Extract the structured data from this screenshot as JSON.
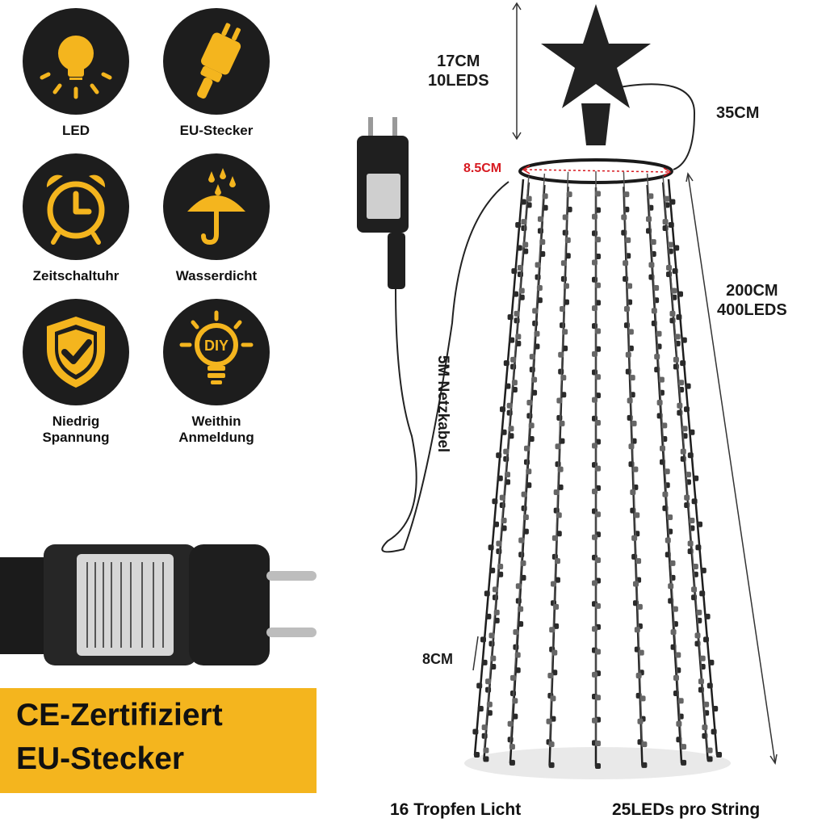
{
  "features": [
    {
      "label": "LED",
      "icon": "light-bulb-icon"
    },
    {
      "label": "EU-Stecker",
      "icon": "eu-plug-icon"
    },
    {
      "label": "Zeitschaltuhr",
      "icon": "alarm-clock-icon"
    },
    {
      "label": "Wasserdicht",
      "icon": "umbrella-icon"
    },
    {
      "label": "Niedrig\nSpannung",
      "icon": "shield-check-icon"
    },
    {
      "label": "Weithin\nAnmeldung",
      "icon": "diy-bulb-icon"
    }
  ],
  "dimensions": {
    "star_height": "17CM\n10LEDS",
    "star_cable": "35CM",
    "ring": "8.5CM",
    "length": "200CM\n400LEDS",
    "cable": "5M Netzkabel",
    "spacing": "8CM"
  },
  "banner": {
    "line1": "CE-Zertifiziert",
    "line2": "EU-Stecker"
  },
  "bottom": {
    "strands": "16 Tropfen Licht",
    "per_string": "25LEDs pro String"
  },
  "colors": {
    "accent": "#f4b51e",
    "icon_bg": "#1d1d1d",
    "dimension_red": "#d71920"
  }
}
